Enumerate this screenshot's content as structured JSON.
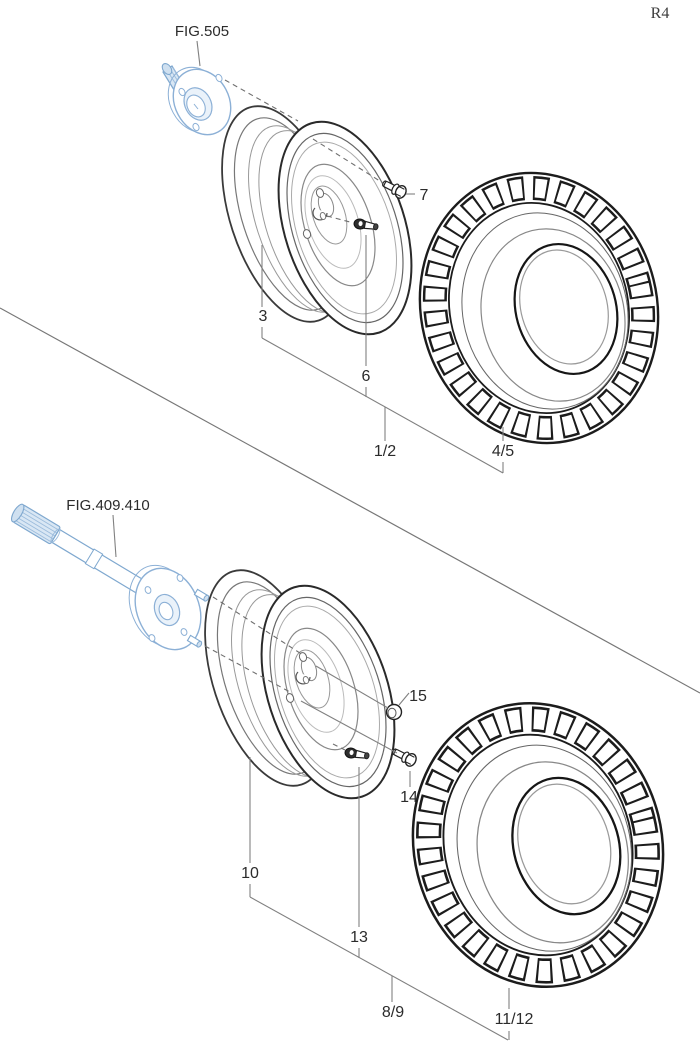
{
  "page": {
    "corner_label": "R4",
    "background_color": "#ffffff"
  },
  "colors": {
    "tire_line": "#1c1c1c",
    "rim_line": "#555555",
    "leader_line": "#808080",
    "label_text": "#2b2b2b",
    "hub_blue_line": "#7fa8cf",
    "hub_blue_fill": "#d9e7f4"
  },
  "figure_top": {
    "figure_ref": "FIG.505",
    "callouts": {
      "rim": "3",
      "valve_stem": "6",
      "bolt": "7",
      "wheel_assembly": "1/2",
      "tire": "4/5"
    }
  },
  "figure_bottom": {
    "figure_ref": "FIG.409.410",
    "callouts": {
      "rim": "10",
      "valve_stem": "13",
      "bolt": "14",
      "nut": "15",
      "wheel_assembly": "8/9",
      "tire": "11/12"
    }
  }
}
